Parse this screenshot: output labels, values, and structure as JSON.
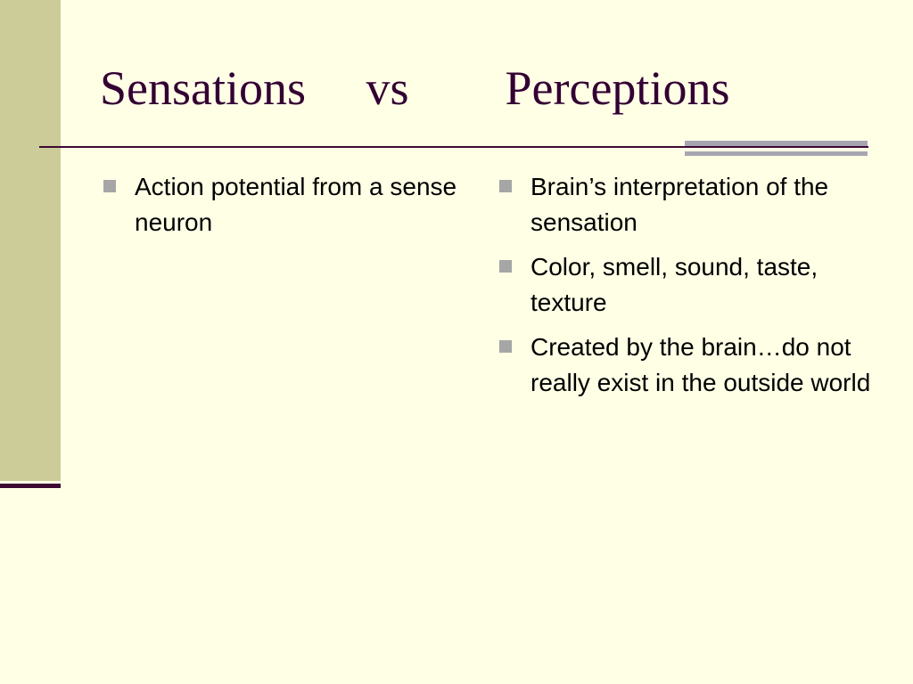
{
  "slide": {
    "title": "Sensations     vs        Perceptions",
    "left_items": [
      "Action potential from a sense neuron"
    ],
    "right_items": [
      "Brain’s interpretation of the sensation",
      "Color, smell, sound, taste, texture",
      "Created by the brain…do not really exist in the outside world"
    ]
  },
  "colors": {
    "background": "#ffffe6",
    "side_band": "#cccc99",
    "title_text": "#330033",
    "rule": "#3d0a33",
    "accent_bars": "#a6a6b3",
    "bullet": "#a6a6a6"
  },
  "icons": {
    "bullet": "square-bullet-icon"
  }
}
